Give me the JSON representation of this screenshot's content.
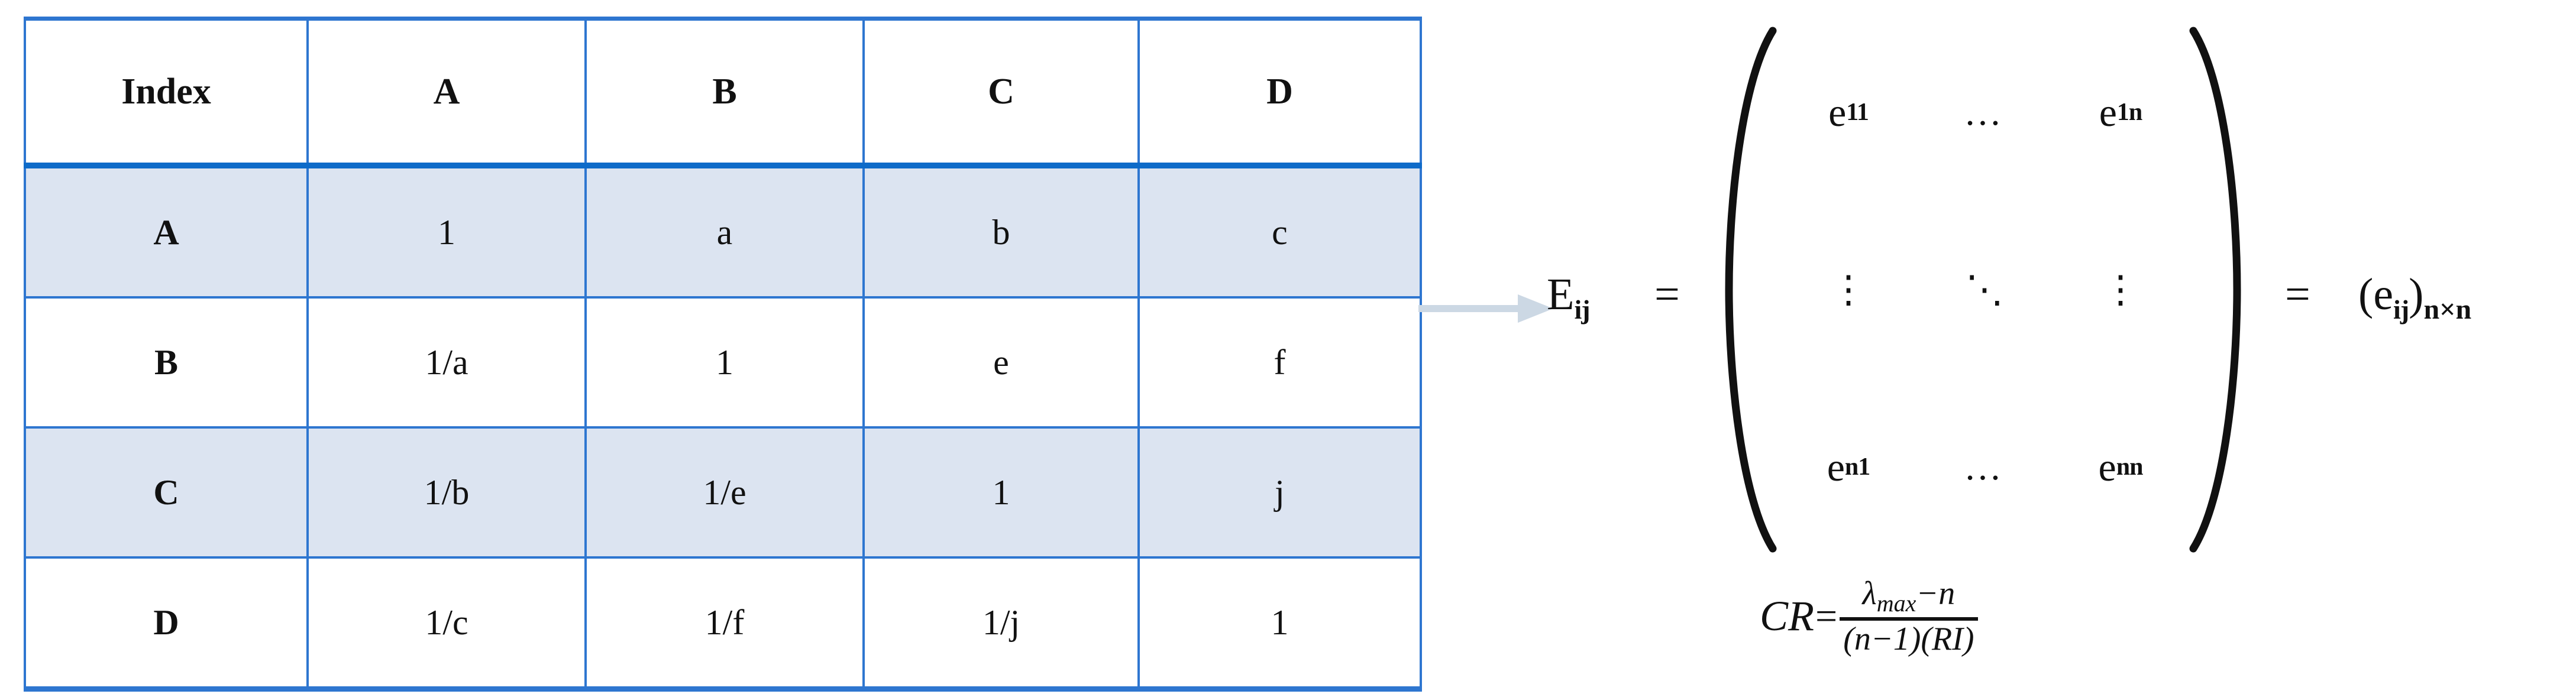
{
  "table": {
    "headers": [
      "Index",
      "A",
      "B",
      "C",
      "D"
    ],
    "rows": [
      {
        "label": "A",
        "cells": [
          "1",
          "a",
          "b",
          "c"
        ],
        "shaded": true
      },
      {
        "label": "B",
        "cells": [
          "1/a",
          "1",
          "e",
          "f"
        ],
        "shaded": false
      },
      {
        "label": "C",
        "cells": [
          "1/b",
          "1/e",
          "1",
          "j"
        ],
        "shaded": true
      },
      {
        "label": "D",
        "cells": [
          "1/c",
          "1/f",
          "1/j",
          "1"
        ],
        "shaded": false
      }
    ]
  },
  "arrow": {
    "icon": "right-arrow-icon",
    "color": "#CCD8E4"
  },
  "equation": {
    "lhs_symbol": "E",
    "lhs_subscript": "ij",
    "equals_1": "=",
    "equals_2": "=",
    "rhs_open": "(",
    "rhs_symbol": "e",
    "rhs_subscript": "ij",
    "rhs_close": ")",
    "rhs_dimension": "n×n"
  },
  "matrix": {
    "cells": [
      {
        "base": "e",
        "sub": "11",
        "kind": "element"
      },
      {
        "base": "…",
        "sub": "",
        "kind": "hdots"
      },
      {
        "base": "e",
        "sub": "1n",
        "kind": "element"
      },
      {
        "base": "⋮",
        "sub": "",
        "kind": "vdots"
      },
      {
        "base": "⋱",
        "sub": "",
        "kind": "ddots"
      },
      {
        "base": "⋮",
        "sub": "",
        "kind": "vdots"
      },
      {
        "base": "e",
        "sub": "n1",
        "kind": "element"
      },
      {
        "base": "…",
        "sub": "",
        "kind": "hdots"
      },
      {
        "base": "e",
        "sub": "nn",
        "kind": "element"
      }
    ]
  },
  "cr_formula": {
    "lhs": "CR",
    "equals": "=",
    "numerator_base": "λ",
    "numerator_sub": "max",
    "numerator_rest": "−n",
    "denominator": "(n−1)(RI)"
  },
  "colors": {
    "table_border": "#2E76D0",
    "header_rule": "#0E6BC9",
    "row_shade": "#DCE4F1",
    "arrow": "#CCD8E4",
    "text": "#111111"
  }
}
